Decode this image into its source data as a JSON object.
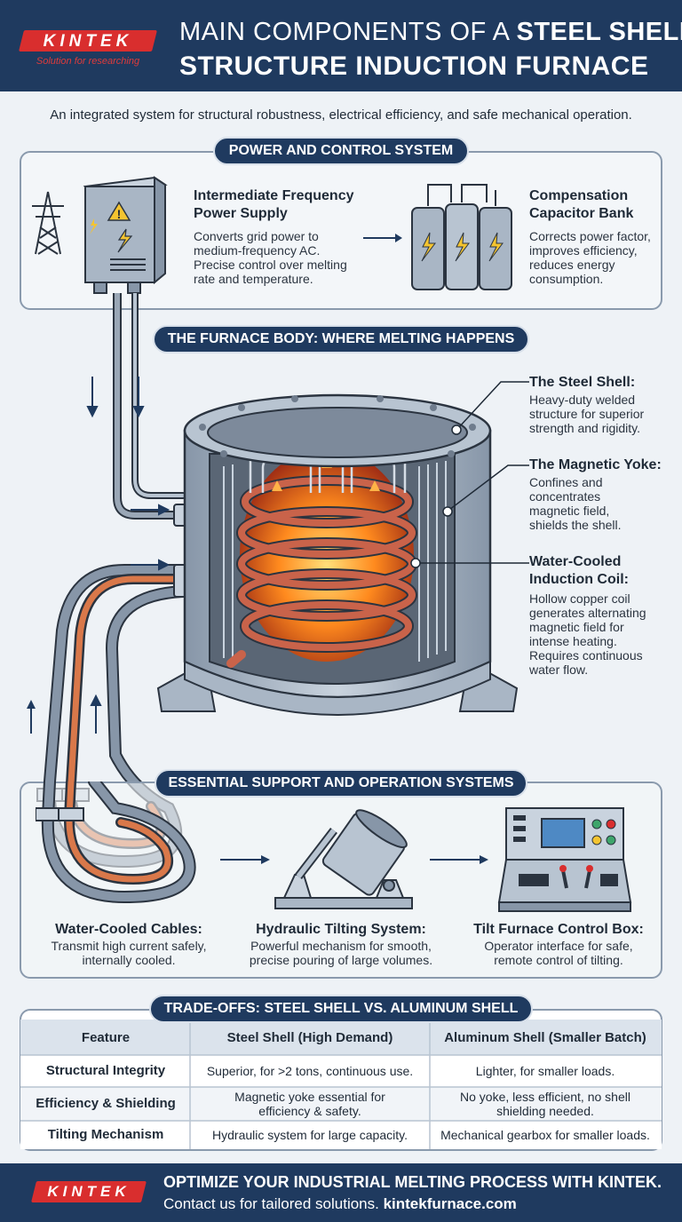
{
  "header": {
    "logo": "KINTEK",
    "logo_tagline": "Solution for researching",
    "title_prefix": "MAIN COMPONENTS OF A ",
    "title_bold": "STEEL SHELL",
    "title_line2": "STRUCTURE INDUCTION FURNACE"
  },
  "intro": "An integrated system for structural robustness, electrical efficiency, and safe mechanical operation.",
  "power": {
    "heading": "POWER AND CONTROL SYSTEM",
    "supply_title_1": "Intermediate Frequency",
    "supply_title_2": "Power Supply",
    "supply_desc_1": "Converts grid power to",
    "supply_desc_2": "medium-frequency AC.",
    "supply_desc_3": "Precise control over melting",
    "supply_desc_4": "rate and temperature.",
    "cap_title_1": "Compensation",
    "cap_title_2": "Capacitor Bank",
    "cap_desc_1": "Corrects power factor,",
    "cap_desc_2": "improves efficiency,",
    "cap_desc_3": "reduces energy",
    "cap_desc_4": "consumption."
  },
  "furnace": {
    "heading": "THE FURNACE BODY: WHERE MELTING HAPPENS",
    "shell_title": "The Steel Shell:",
    "shell_desc_1": "Heavy-duty welded",
    "shell_desc_2": "structure for superior",
    "shell_desc_3": "strength and rigidity.",
    "yoke_title": "The Magnetic Yoke:",
    "yoke_desc_1": "Confines and",
    "yoke_desc_2": "concentrates",
    "yoke_desc_3": "magnetic field,",
    "yoke_desc_4": "shields the shell.",
    "coil_title_1": "Water-Cooled",
    "coil_title_2": "Induction Coil:",
    "coil_desc_1": "Hollow copper coil",
    "coil_desc_2": "generates alternating",
    "coil_desc_3": "magnetic field for",
    "coil_desc_4": "intense heating.",
    "coil_desc_5": "Requires continuous",
    "coil_desc_6": "water flow."
  },
  "support": {
    "heading": "ESSENTIAL SUPPORT AND OPERATION SYSTEMS",
    "cables_title": "Water-Cooled Cables:",
    "cables_desc_1": "Transmit high current safely,",
    "cables_desc_2": "internally cooled.",
    "hyd_title": "Hydraulic Tilting System:",
    "hyd_desc_1": "Powerful mechanism for smooth,",
    "hyd_desc_2": "precise pouring of large volumes.",
    "ctrl_title": "Tilt Furnace Control Box:",
    "ctrl_desc_1": "Operator interface for safe,",
    "ctrl_desc_2": "remote control of tilting."
  },
  "tradeoffs": {
    "heading": "TRADE-OFFS: STEEL SHELL VS. ALUMINUM SHELL",
    "columns": [
      "Feature",
      "Steel Shell (High Demand)",
      "Aluminum Shell (Smaller Batch)"
    ],
    "rows": [
      [
        "Structural Integrity",
        "Superior, for >2 tons, continuous use.",
        "Lighter, for smaller loads."
      ],
      [
        "Efficiency & Shielding",
        "Magnetic yoke essential for efficiency & safety.",
        "No yoke, less efficient, no shell shielding needed."
      ],
      [
        "Tilting Mechanism",
        "Hydraulic system for large capacity.",
        "Mechanical gearbox for smaller loads."
      ]
    ]
  },
  "footer": {
    "logo": "KINTEK",
    "line1": "OPTIMIZE YOUR INDUSTRIAL MELTING PROCESS WITH KINTEK.",
    "line2_prefix": "Contact us for tailored solutions. ",
    "line2_url": "kintekfurnace.com"
  },
  "colors": {
    "navy": "#1f3a5f",
    "brand_red": "#d92e2e",
    "copper": "#d9784a",
    "molten": "#ff8a1e"
  }
}
